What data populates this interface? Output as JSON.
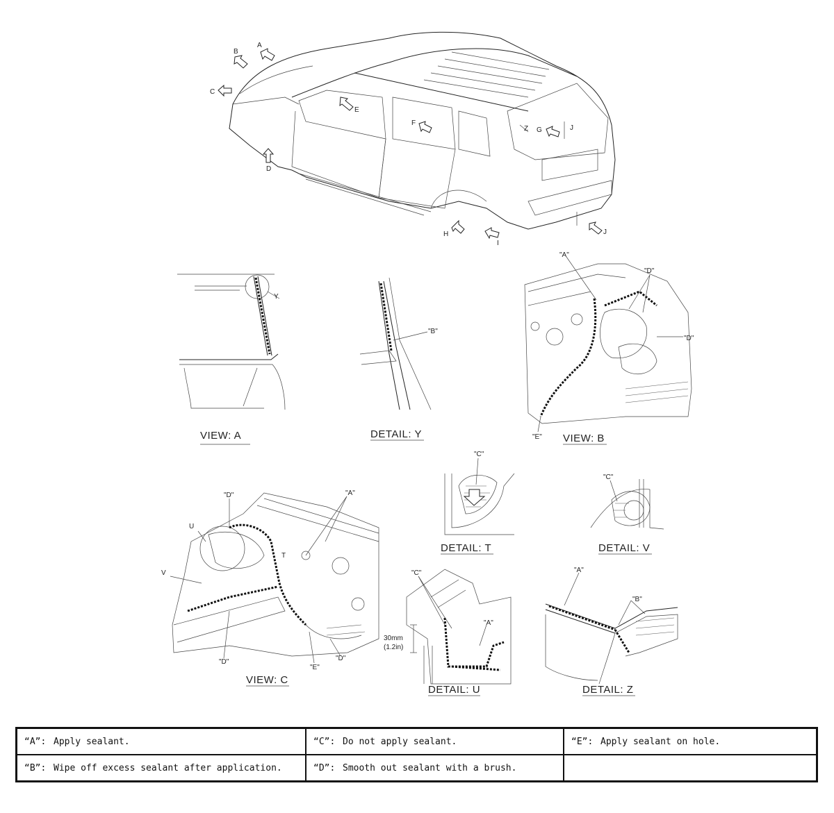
{
  "main_view": {
    "labels": [
      "A",
      "B",
      "C",
      "D",
      "E",
      "F",
      "G",
      "H",
      "I",
      "J",
      "J",
      "Z"
    ]
  },
  "views": {
    "view_a": "VIEW: A",
    "detail_y": "DETAIL: Y",
    "view_b": "VIEW: B",
    "detail_t": "DETAIL: T",
    "detail_v": "DETAIL: V",
    "view_c": "VIEW: C",
    "detail_u": "DETAIL: U",
    "detail_z": "DETAIL: Z"
  },
  "callouts": {
    "view_a_y": "Y",
    "detail_y_b": "\"B\"",
    "view_b_a": "\"A\"",
    "view_b_d": "\"D\"",
    "view_b_d2": "\"D\"",
    "view_b_e": "\"E\"",
    "detail_t_c": "\"C\"",
    "detail_v_c": "\"C\"",
    "view_c_d_top": "\"D\"",
    "view_c_a": "\"A\"",
    "view_c_u": "U",
    "view_c_v": "V",
    "view_c_t": "T",
    "view_c_d_bottom": "\"D\"",
    "view_c_e": "\"E\"",
    "view_c_d_right": "\"D\"",
    "detail_u_c": "\"C\"",
    "detail_u_a": "\"A\"",
    "detail_z_a": "\"A\"",
    "detail_z_b": "\"B\""
  },
  "dimension": {
    "metric": "30mm",
    "imperial": "(1.2in)"
  },
  "legend": {
    "rows": [
      [
        {
          "key": "“A”:",
          "text": "Apply sealant."
        },
        {
          "key": "“C”:",
          "text": "Do not apply sealant."
        },
        {
          "key": "“E”:",
          "text": "Apply sealant on hole."
        }
      ],
      [
        {
          "key": "“B”:",
          "text": "Wipe off excess sealant after application."
        },
        {
          "key": "“D”:",
          "text": "Smooth out sealant with a brush."
        },
        {
          "key": "",
          "text": ""
        }
      ]
    ]
  }
}
